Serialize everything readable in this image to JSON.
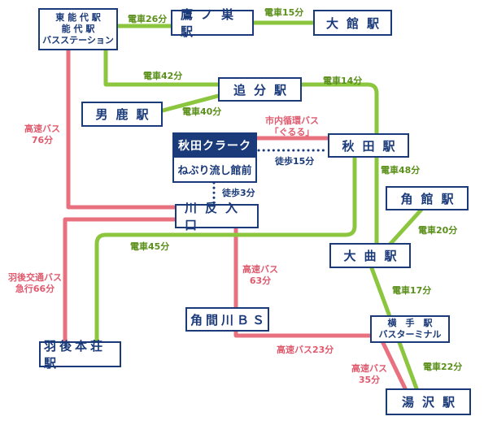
{
  "stations": {
    "higashinoshiro": [
      "東 能 代 駅",
      "能 代 駅",
      "バスステーション"
    ],
    "takanosu": "鷹ノ巣駅",
    "odate": "大館駅",
    "oiwake": "追分駅",
    "oga": "男鹿駅",
    "akita_clark": "秋田クラーク",
    "neburi": "ねぶり流し館前",
    "akita": "秋田駅",
    "kakunodate": "角館駅",
    "kawabata": "川反入口",
    "omagari": "大曲駅",
    "kakumagawa": "角間川ＢＳ",
    "yokote": [
      "横　手　駅",
      "バスターミナル"
    ],
    "honjo": "羽後本荘駅",
    "yuzawa": "湯沢駅"
  },
  "routes": {
    "noshiro_takanosu": "電車26分",
    "takanosu_odate": "電車15分",
    "noshiro_oiwake": "電車42分",
    "oiwake_akita": "電車14分",
    "oga_oiwake": "電車40分",
    "city_bus": [
      "市内循環バス",
      "「ぐるる」"
    ],
    "walk15": "徒歩15分",
    "walk3": "徒歩3分",
    "highway76": [
      "高速バス",
      "76分"
    ],
    "akita_omagari": "電車48分",
    "kakunodate_omagari": "電車20分",
    "kawabata_omagari": "電車45分",
    "highway63": [
      "高速バス",
      "63分"
    ],
    "ugo_bus": [
      "羽後交通バス",
      "急行66分"
    ],
    "omagari_yokote": "電車17分",
    "highway23": "高速バス23分",
    "highway35": [
      "高速バス",
      "35分"
    ],
    "yokote_yuzawa": "電車22分"
  },
  "colors": {
    "rail": "#8cc63f",
    "bus": "#e8707f",
    "station_border": "#1a3a7a",
    "walk": "#1a3a7a"
  }
}
